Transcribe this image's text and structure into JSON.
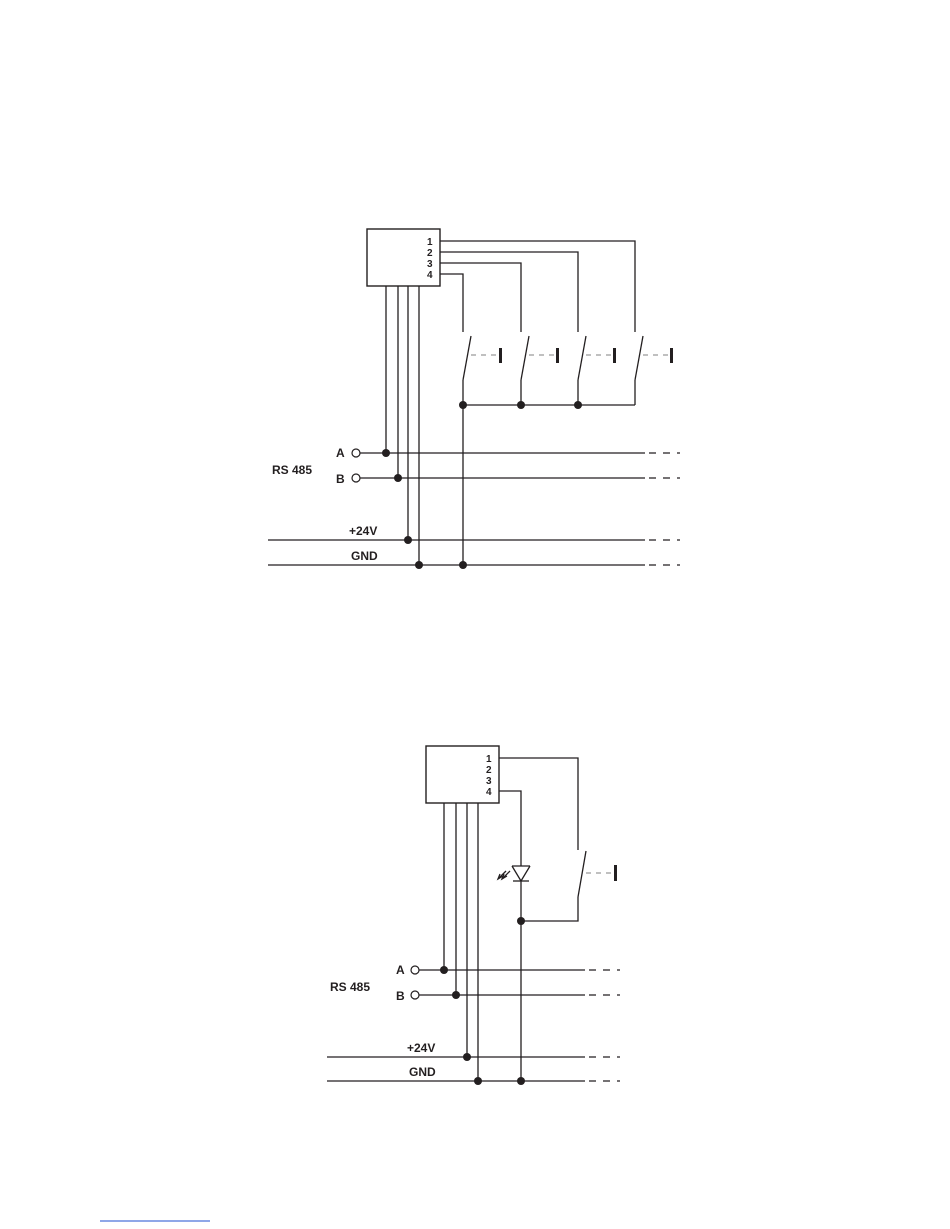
{
  "diagram1": {
    "pins": [
      "1",
      "2",
      "3",
      "4"
    ],
    "bus_label": "RS 485",
    "line_a": "A",
    "line_b": "B",
    "supply": "+24V",
    "ground": "GND"
  },
  "diagram2": {
    "pins": [
      "1",
      "2",
      "3",
      "4"
    ],
    "bus_label": "RS 485",
    "line_a": "A",
    "line_b": "B",
    "supply": "+24V",
    "ground": "GND"
  },
  "colors": {
    "ink": "#231f20",
    "dashed_gray": "#9a9a9a",
    "footer_rule": "#1f4fd1"
  }
}
